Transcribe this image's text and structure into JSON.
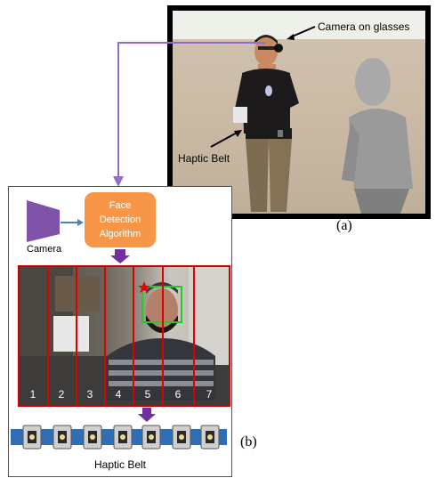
{
  "panel_a": {
    "label": "(a)",
    "callout_camera": "Camera on glasses",
    "callout_belt": "Haptic Belt"
  },
  "panel_b": {
    "label": "(b)",
    "camera_label": "Camera",
    "algorithm_label": "Face Detection Algorithm",
    "segments": [
      "1",
      "2",
      "3",
      "4",
      "5",
      "6",
      "7"
    ],
    "belt_label": "Haptic Belt"
  },
  "colors": {
    "connector": "#8e6ec8",
    "camera_shape": "#7f54a8",
    "algorithm_box": "#f79646",
    "frame_border": "#cc0000",
    "face_box": "#22cc22",
    "marker_star": "#ee0000"
  }
}
